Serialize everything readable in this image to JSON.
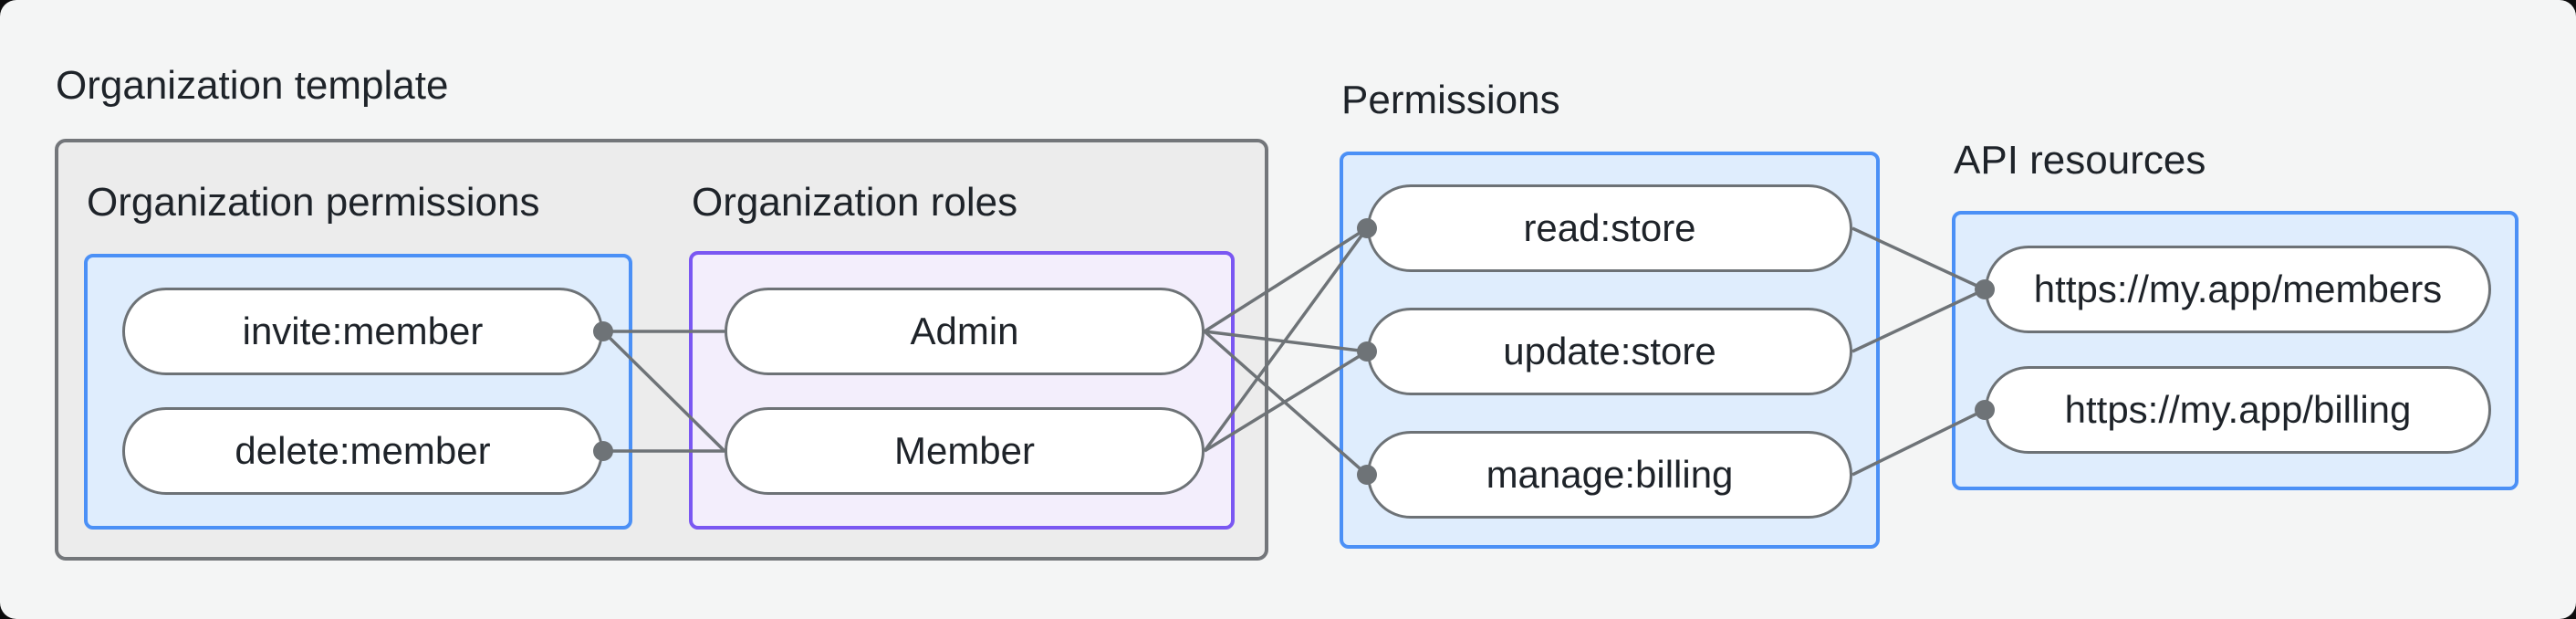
{
  "title": "Organization template",
  "sections": {
    "org_permissions": {
      "label": "Organization permissions"
    },
    "org_roles": {
      "label": "Organization roles"
    },
    "permissions": {
      "label": "Permissions"
    },
    "api_resources": {
      "label": "API resources"
    }
  },
  "nodes": {
    "invite_member": {
      "label": "invite:member"
    },
    "delete_member": {
      "label": "delete:member"
    },
    "admin": {
      "label": "Admin"
    },
    "member": {
      "label": "Member"
    },
    "read_store": {
      "label": "read:store"
    },
    "update_store": {
      "label": "update:store"
    },
    "manage_billing": {
      "label": "manage:billing"
    },
    "api_members": {
      "label": "https://my.app/members"
    },
    "api_billing": {
      "label": "https://my.app/billing"
    }
  },
  "edges": [
    {
      "from": "invite_member",
      "to": "admin"
    },
    {
      "from": "invite_member",
      "to": "member"
    },
    {
      "from": "delete_member",
      "to": "member"
    },
    {
      "from": "admin",
      "to": "read_store"
    },
    {
      "from": "admin",
      "to": "update_store"
    },
    {
      "from": "admin",
      "to": "manage_billing"
    },
    {
      "from": "member",
      "to": "read_store"
    },
    {
      "from": "member",
      "to": "update_store"
    },
    {
      "from": "read_store",
      "to": "api_members"
    },
    {
      "from": "update_store",
      "to": "api_members"
    },
    {
      "from": "manage_billing",
      "to": "api_billing"
    }
  ],
  "colors": {
    "background": "#f4f5f5",
    "container_fill": "#ececec",
    "container_border": "#73767a",
    "blue_border": "#4b90f6",
    "blue_fill": "#dfedfd",
    "purple_border": "#7a57f2",
    "purple_fill": "#f3eefc",
    "connector": "#6e7377",
    "node_border": "#6d7276",
    "text": "#1e2329"
  }
}
